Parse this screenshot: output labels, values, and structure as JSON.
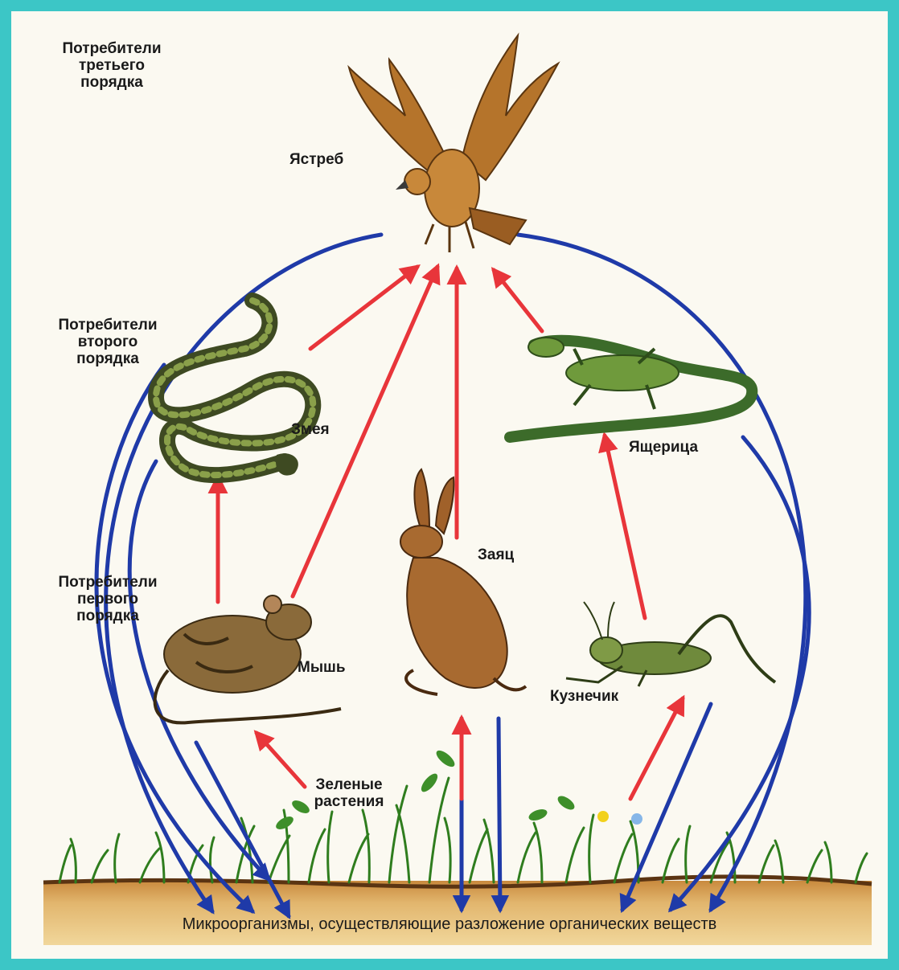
{
  "levels": {
    "third_order": "Потребители\nтретьего\nпорядка",
    "second_order": "Потребители\nвторого\nпорядка",
    "first_order": "Потребители\nпервого\nпорядка"
  },
  "organisms": {
    "hawk": "Ястреб",
    "snake": "Змея",
    "lizard": "Ящерица",
    "hare": "Заяц",
    "mouse": "Мышь",
    "grasshopper": "Кузнечик",
    "plants": "Зеленые\nрастения"
  },
  "soil_caption": "Микроорганизмы, осуществляющие  разложение органических веществ",
  "colors": {
    "feeding_arrow": "#e8353a",
    "decomposition_arrow": "#1f3aa8",
    "soil": "#e2b66e",
    "grass": "#2f7d1e",
    "frame": "#3cc6c6"
  }
}
